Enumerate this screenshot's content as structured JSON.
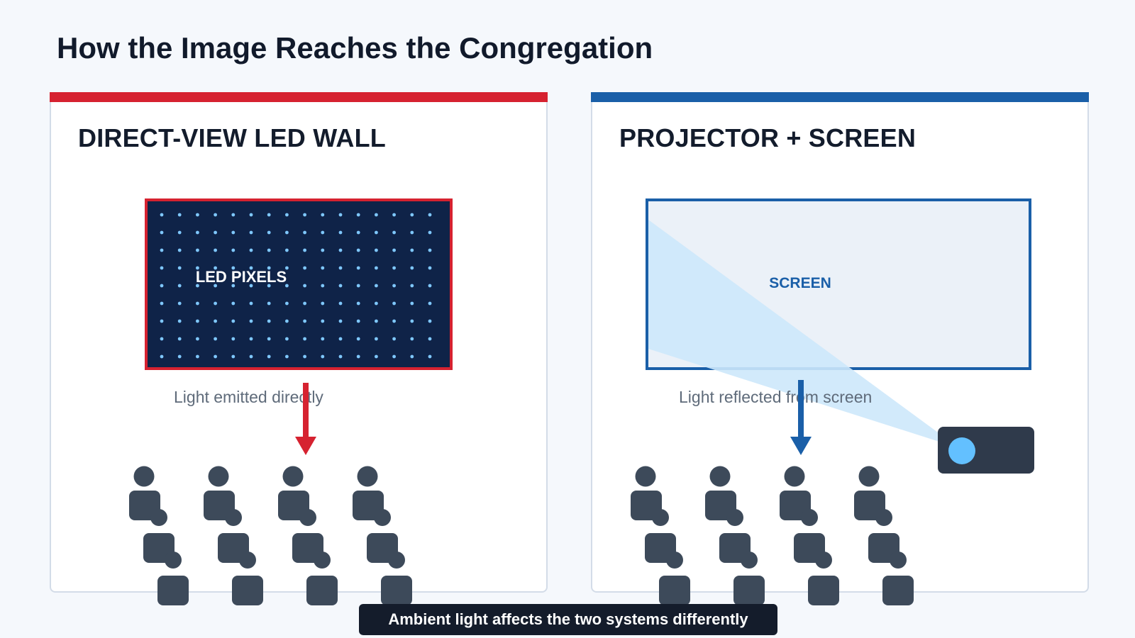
{
  "page": {
    "title": "How the Image Reaches the Congregation"
  },
  "colors": {
    "led_accent": "#d62230",
    "projector_accent": "#1a5fa8",
    "led_panel": "#0f2348",
    "led_dot": "#7fc8ff",
    "screen_fill": "#ebf1f8",
    "beam": "#cde8fb",
    "person": "#3d4a5a",
    "lens": "#63c0ff"
  },
  "panels": {
    "led": {
      "heading": "DIRECT-VIEW LED WALL",
      "display_label": "LED PIXELS",
      "caption": "Light emitted directly"
    },
    "projector": {
      "heading": "PROJECTOR + SCREEN",
      "display_label": "SCREEN",
      "caption": "Light reflected from screen"
    }
  },
  "footer": {
    "note": "Ambient light affects the two systems differently"
  },
  "icons": {
    "arrow": "arrow-down-icon",
    "person": "person-icon",
    "projector": "projector-icon"
  }
}
